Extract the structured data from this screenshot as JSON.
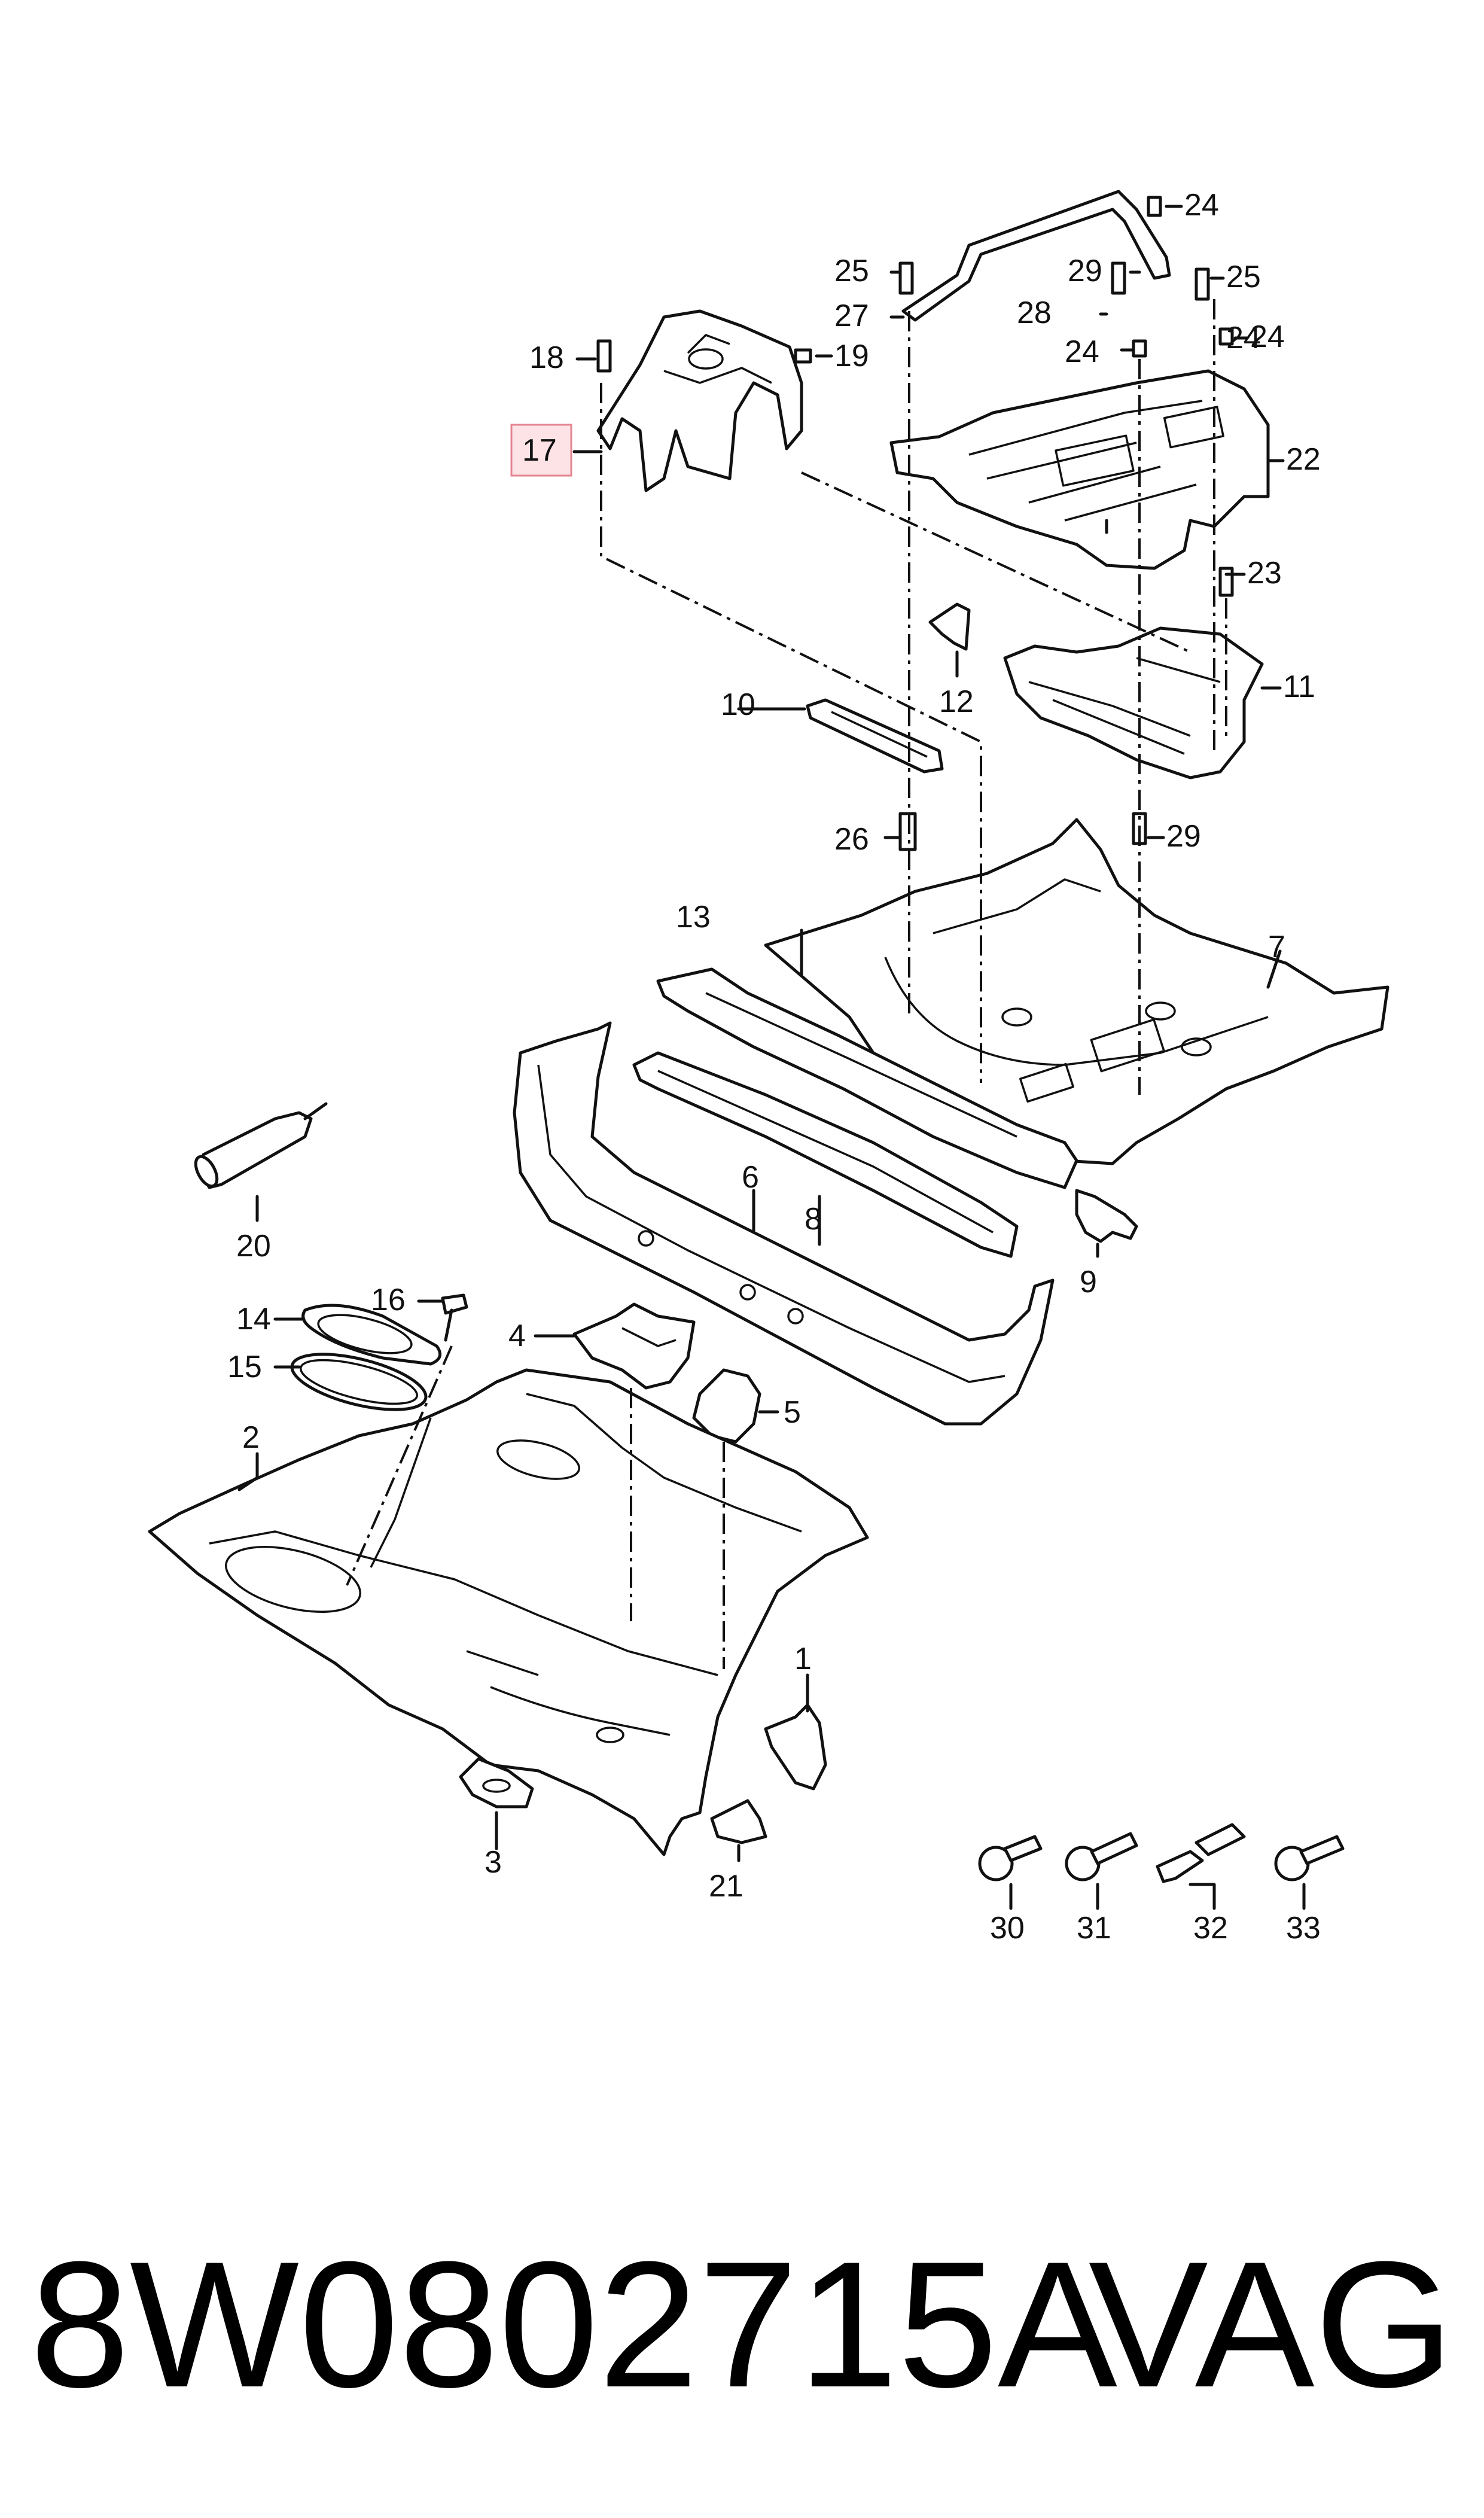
{
  "diagram": {
    "callouts": [
      "1",
      "2",
      "3",
      "4",
      "5",
      "6",
      "7",
      "8",
      "9",
      "10",
      "11",
      "12",
      "13",
      "14",
      "15",
      "16",
      "17",
      "18",
      "19",
      "20",
      "21",
      "22",
      "23",
      "24",
      "24",
      "24",
      "24",
      "25",
      "25",
      "26",
      "27",
      "28",
      "29",
      "29",
      "30",
      "31",
      "32",
      "33"
    ],
    "highlighted_callout": "17",
    "highlight_color": "#fde3e6"
  },
  "footer": {
    "part_number": "8W0802715A",
    "brand": "VAG"
  }
}
